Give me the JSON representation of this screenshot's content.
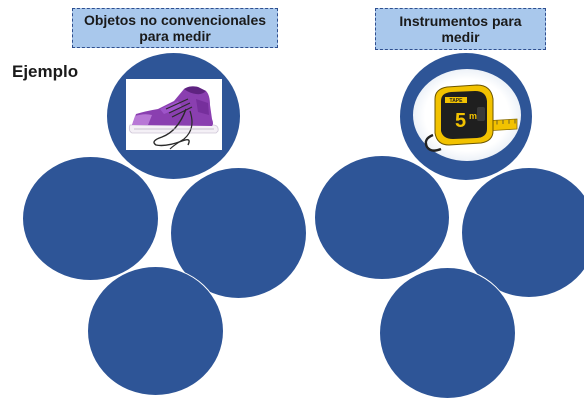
{
  "left_panel": {
    "title_line1": "Objetos no convencionales",
    "title_line2": "para medir",
    "example_label": "Ejemplo",
    "example_picture_icon": "sneaker-icon"
  },
  "right_panel": {
    "title_line1": "Instrumentos para",
    "title_line2": "medir",
    "example_picture_icon": "tape-measure-icon",
    "tape_measure_text": "5",
    "tape_measure_unit": "m"
  },
  "colors": {
    "circle_fill": "#2e5597",
    "label_fill": "#a9c8ec",
    "label_border": "#2f4f8f",
    "shoe_purple": "#8a3fb0",
    "tape_yellow": "#f2c200"
  }
}
